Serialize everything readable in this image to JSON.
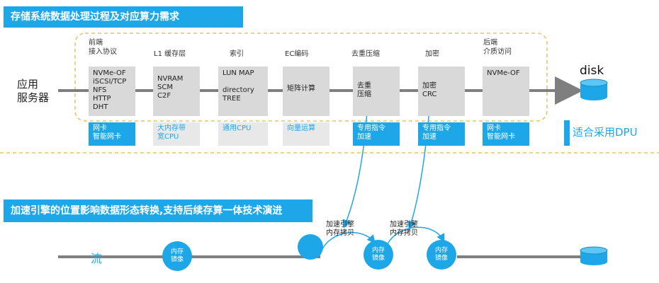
{
  "top_title": "存储系统数据处理过程及对应算力需求",
  "server_lines": [
    "应用",
    "服务器"
  ],
  "disk_label": "disk",
  "stages": [
    {
      "label_lines": [
        "前端",
        "接入协议"
      ],
      "box_lines": [
        "NVMe-OF",
        "iSCSI/TCP",
        "NFS",
        "HTTP",
        "DHT"
      ],
      "tag_lines": [
        "网卡",
        "智能网卡"
      ],
      "tag_style": "dpu"
    },
    {
      "label_lines": [
        "L1 缓存层"
      ],
      "box_lines": [
        "NVRAM",
        "SCM",
        "C2F"
      ],
      "tag_lines": [
        "大内存带",
        "宽CPU"
      ],
      "tag_style": "other"
    },
    {
      "label_lines": [
        "索引"
      ],
      "box_lines": [
        "LUN MAP",
        "",
        "directory",
        "TREE"
      ],
      "tag_lines": [
        "通用CPU"
      ],
      "tag_style": "other"
    },
    {
      "label_lines": [
        "EC编码"
      ],
      "box_lines": [
        "矩阵计算"
      ],
      "tag_lines": [
        "向量运算"
      ],
      "tag_style": "other"
    },
    {
      "label_lines": [
        "去重压缩"
      ],
      "box_lines": [
        "去重",
        "压缩"
      ],
      "tag_lines": [
        "专用指令",
        "加速"
      ],
      "tag_style": "dpu"
    },
    {
      "label_lines": [
        "加密"
      ],
      "box_lines": [
        "加密",
        "CRC"
      ],
      "tag_lines": [
        "专用指令",
        "加速"
      ],
      "tag_style": "dpu"
    },
    {
      "label_lines": [
        "后端",
        "介质访问"
      ],
      "box_lines": [
        "NVMe-OF"
      ],
      "tag_lines": [
        "网卡",
        "智能网卡"
      ],
      "tag_style": "dpu"
    }
  ],
  "legend_text": "适合采用DPU",
  "bottom_title": "加速引擎的位置影响数据形态转换,支持后续存算一体技术演进",
  "flow_label": "流",
  "memory_mirror": [
    "内存",
    "镜像"
  ],
  "engine_label": [
    "加速引擎",
    "内存拷贝"
  ],
  "colors": {
    "accent": "#1ea7e8",
    "box": "#d9d9d9",
    "dash": "#e5b84a",
    "line": "#7f7f7f"
  }
}
